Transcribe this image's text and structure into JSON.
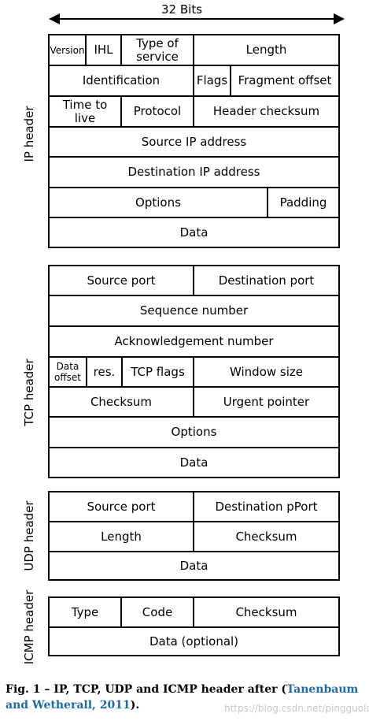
{
  "width_label": "32 Bits",
  "sections": {
    "ip": "IP header",
    "tcp": "TCP header",
    "udp": "UDP header",
    "icmp": "ICMP header"
  },
  "ip": {
    "version": "Version",
    "ihl": "IHL",
    "tos": "Type of service",
    "length": "Length",
    "identification": "Identification",
    "flags": "Flags",
    "frag_offset": "Fragment offset",
    "ttl": "Time to live",
    "protocol": "Protocol",
    "checksum": "Header checksum",
    "src": "Source IP address",
    "dst": "Destination IP address",
    "options": "Options",
    "padding": "Padding",
    "data": "Data"
  },
  "tcp": {
    "src_port": "Source port",
    "dst_port": "Destination port",
    "seq": "Sequence number",
    "ack": "Acknowledgement number",
    "data_offset": "Data offset",
    "res": "res.",
    "flags": "TCP flags",
    "window": "Window size",
    "checksum": "Checksum",
    "urgent": "Urgent pointer",
    "options": "Options",
    "data": "Data"
  },
  "udp": {
    "src_port": "Source port",
    "dst_port": "Destination pPort",
    "length": "Length",
    "checksum": "Checksum",
    "data": "Data"
  },
  "icmp": {
    "type": "Type",
    "code": "Code",
    "checksum": "Checksum",
    "data": "Data (optional)"
  },
  "caption": {
    "prefix": "Fig. 1 – IP, TCP, UDP and ICMP header after (",
    "link": "Tanenbaum and Wetherall, 2011",
    "suffix": ")."
  },
  "watermark": "https://blog.csdn.net/pingguolou"
}
